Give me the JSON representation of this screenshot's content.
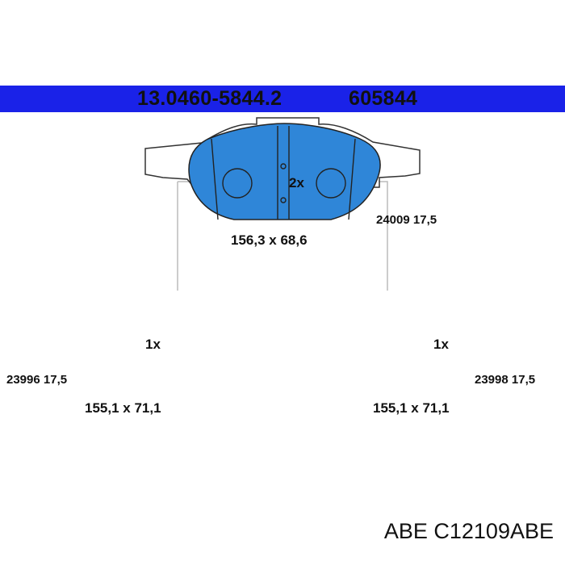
{
  "header": {
    "part_number": "13.0460-5844.2",
    "ref_number": "605844",
    "banner_color": "#1a22e8"
  },
  "pads": [
    {
      "qty": "2x",
      "sensor": "24009 17,5",
      "dimensions": "156,3 x 68,6"
    },
    {
      "qty": "1x",
      "sensor": "23996 17,5",
      "dimensions": "155,1 x 71,1"
    },
    {
      "qty": "1x",
      "sensor": "23998 17,5",
      "dimensions": "155,1 x 71,1"
    }
  ],
  "colors": {
    "pad_fill": "#2f86d8",
    "outline": "#333333"
  },
  "footer": {
    "brand": "ABE C12109ABE"
  }
}
